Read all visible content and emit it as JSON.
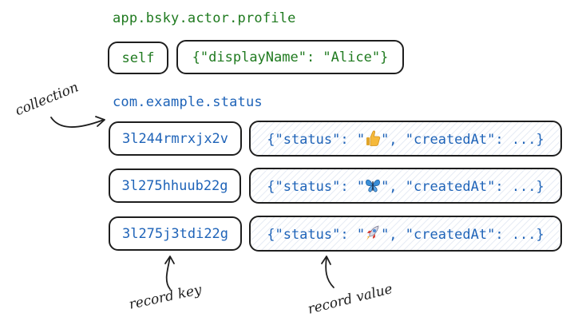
{
  "repo": {
    "profile_collection": "app.bsky.actor.profile",
    "profile_record": {
      "key": "self",
      "value": "{\"displayName\": \"Alice\"}"
    },
    "status_collection": "com.example.status",
    "status_records": [
      {
        "key": "3l244rmrxjx2v",
        "value_prefix": "{\"status\": \"",
        "emoji": "thumbs-up-emoji",
        "value_suffix": "\", \"createdAt\": ...}"
      },
      {
        "key": "3l275hhuub22g",
        "value_prefix": "{\"status\": \"",
        "emoji": "butterfly-emoji",
        "value_suffix": "\", \"createdAt\": ...}"
      },
      {
        "key": "3l275j3tdi22g",
        "value_prefix": "{\"status\": \"",
        "emoji": "rocket-emoji",
        "value_suffix": "\", \"createdAt\": ...}"
      }
    ]
  },
  "annotations": {
    "collection": "collection",
    "record_key": "record key",
    "record_value": "record value"
  },
  "colors": {
    "profile_text": "#1f7a1f",
    "status_text": "#1e63b8",
    "border": "#1e1e1e",
    "thumbs_up": "#f5b93b",
    "butterfly": "#3a8fd8",
    "rocket": "#d9d9e6"
  }
}
